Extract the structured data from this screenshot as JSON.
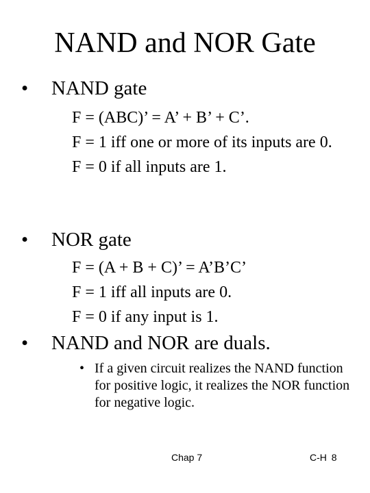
{
  "slide": {
    "title": "NAND and NOR Gate",
    "bullet_glyph": "•",
    "sections": [
      {
        "heading": "NAND gate",
        "lines": [
          "F = (ABC)’ = A’ + B’ + C’.",
          "F = 1 iff one or more of its inputs are 0.",
          "F = 0 if all inputs are 1."
        ]
      },
      {
        "heading": "NOR gate",
        "lines": [
          "F = (A + B + C)’ = A’B’C’",
          "F = 1 iff all inputs are 0.",
          "F = 0 if any input is 1."
        ]
      },
      {
        "heading": "NAND and NOR are duals.",
        "sub_bullets": [
          "If a given circuit realizes the NAND function for positive logic, it realizes the NOR function for negative logic."
        ]
      }
    ]
  },
  "footer": {
    "left": "Chap 7",
    "right": "C-H 8"
  }
}
